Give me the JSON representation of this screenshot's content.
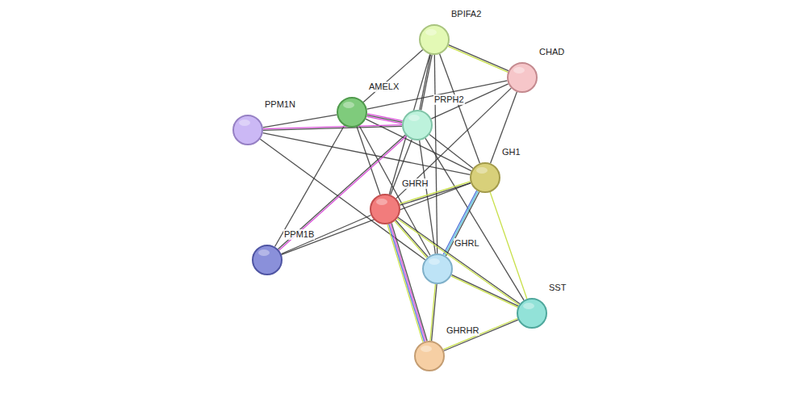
{
  "diagram": {
    "nodes": [
      {
        "text": [
          "BPIFA2"
        ]
      },
      {
        "text": [
          "CHAD"
        ]
      },
      {
        "text": [
          "AMELX"
        ]
      },
      {
        "text": [
          "PPM1N"
        ]
      },
      {
        "text": [
          "PRPH2"
        ]
      },
      {
        "text": [
          "GH1"
        ]
      },
      {
        "text": [
          "GHRH"
        ]
      },
      {
        "text": [
          "PPM1B"
        ]
      },
      {
        "text": [
          "GHRL"
        ]
      },
      {
        "text": [
          "SST"
        ]
      },
      {
        "text": [
          "GHRHR"
        ]
      }
    ],
    "edges": [
      {
        "from": 0,
        "to": 1,
        "arrow": "none"
      },
      {
        "from": 0,
        "to": 2,
        "arrow": "none"
      },
      {
        "from": 0,
        "to": 4,
        "arrow": "none"
      },
      {
        "from": 0,
        "to": 6,
        "arrow": "none"
      },
      {
        "from": 0,
        "to": 8,
        "arrow": "none"
      },
      {
        "from": 0,
        "to": 5,
        "arrow": "none"
      },
      {
        "from": 1,
        "to": 2,
        "arrow": "none"
      },
      {
        "from": 1,
        "to": 4,
        "arrow": "none"
      },
      {
        "from": 1,
        "to": 6,
        "arrow": "none"
      },
      {
        "from": 1,
        "to": 5,
        "arrow": "none"
      },
      {
        "from": 2,
        "to": 3,
        "arrow": "none"
      },
      {
        "from": 2,
        "to": 4,
        "arrow": "none"
      },
      {
        "from": 2,
        "to": 7,
        "arrow": "none"
      },
      {
        "from": 2,
        "to": 6,
        "arrow": "none"
      },
      {
        "from": 2,
        "to": 5,
        "arrow": "none"
      },
      {
        "from": 2,
        "to": 8,
        "arrow": "none"
      },
      {
        "from": 3,
        "to": 4,
        "arrow": "none"
      },
      {
        "from": 3,
        "to": 5,
        "arrow": "none"
      },
      {
        "from": 3,
        "to": 8,
        "arrow": "none"
      },
      {
        "from": 4,
        "to": 7,
        "arrow": "none"
      },
      {
        "from": 4,
        "to": 6,
        "arrow": "none"
      },
      {
        "from": 4,
        "to": 5,
        "arrow": "none"
      },
      {
        "from": 4,
        "to": 8,
        "arrow": "none"
      },
      {
        "from": 4,
        "to": 9,
        "arrow": "none"
      },
      {
        "from": 5,
        "to": 6,
        "arrow": "none"
      },
      {
        "from": 5,
        "to": 8,
        "arrow": "none"
      },
      {
        "from": 5,
        "to": 9,
        "arrow": "none"
      },
      {
        "from": 5,
        "to": 7,
        "arrow": "none"
      },
      {
        "from": 6,
        "to": 7,
        "arrow": "none"
      },
      {
        "from": 6,
        "to": 8,
        "arrow": "none"
      },
      {
        "from": 6,
        "to": 10,
        "arrow": "none"
      },
      {
        "from": 6,
        "to": 9,
        "arrow": "none"
      },
      {
        "from": 8,
        "to": 9,
        "arrow": "none"
      },
      {
        "from": 8,
        "to": 10,
        "arrow": "none"
      },
      {
        "from": 9,
        "to": 10,
        "arrow": "none"
      }
    ]
  }
}
